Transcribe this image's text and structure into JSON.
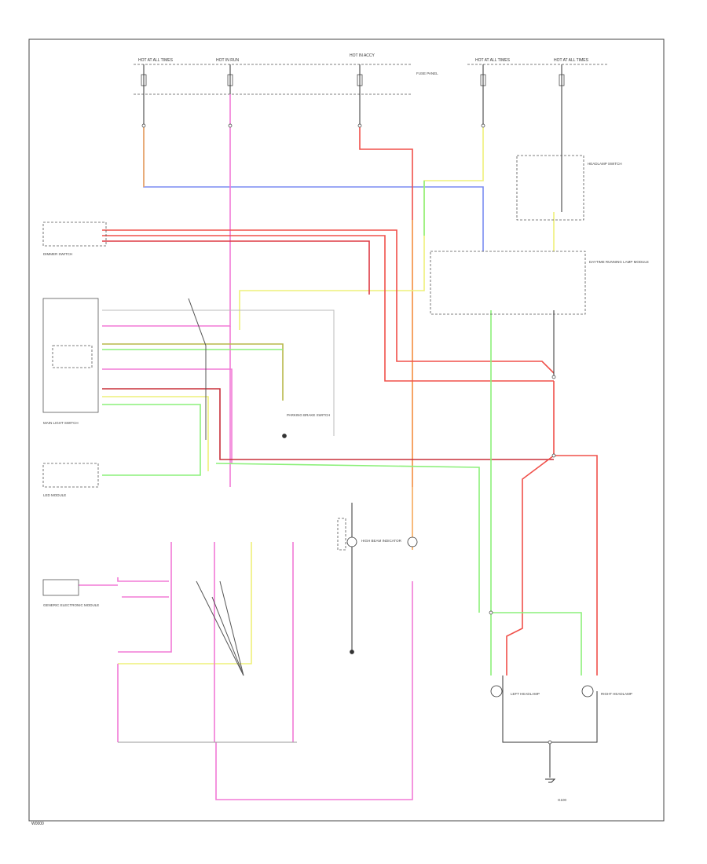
{
  "diagram": {
    "footer_code": "W0000",
    "fuse_labels": {
      "f1": "HOT AT ALL TIMES",
      "f2": "HOT IN RUN",
      "f3": "HOT IN ACCY",
      "f4": "HOT AT ALL TIMES",
      "f5": "HOT AT ALL TIMES"
    },
    "components": {
      "fuse_panel": "FUSE PANEL",
      "dimmer": "DIMMER SWITCH",
      "main_switch": "MAIN LIGHT SWITCH",
      "daytime_module": "DAYTIME RUNNING LAMP MODULE",
      "led_module": "LED MODULE",
      "hl_switch": "HEADLAMP SWITCH",
      "park_brake": "PARKING BRAKE SWITCH",
      "gem": "GENERIC ELECTRONIC MODULE",
      "rh_headlamp": "RIGHT HEADLAMP",
      "lh_headlamp": "LEFT HEADLAMP",
      "hi_beam": "HIGH BEAM INDICATOR",
      "ground": "G100"
    },
    "colors": {
      "red": "#f0504a",
      "pink": "#f27ad6",
      "orange": "#f7a85a",
      "yellow": "#eef07a",
      "green": "#8cf07a",
      "blue": "#7a8cf2",
      "olive": "#b8b84a",
      "dark_red": "#c8303a",
      "black": "#333333"
    }
  }
}
